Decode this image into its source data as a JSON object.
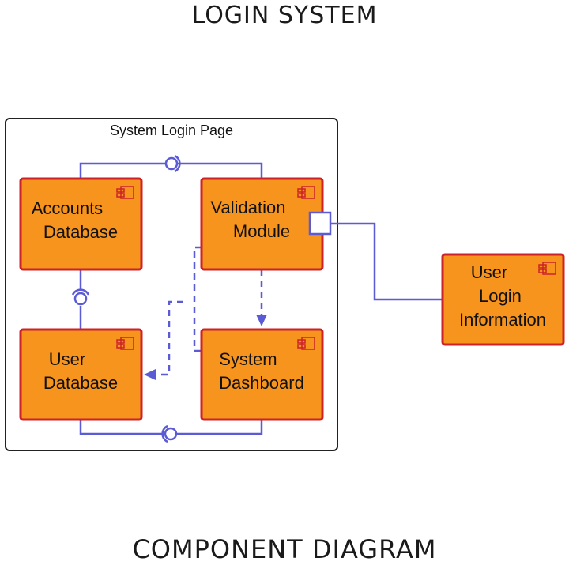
{
  "header": {
    "title": "LOGIN SYSTEM"
  },
  "footer": {
    "title": "COMPONENT DIAGRAM"
  },
  "frame": {
    "label": "System Login Page"
  },
  "components": {
    "accounts_db": {
      "lines": [
        "Accounts",
        "Database"
      ]
    },
    "validation": {
      "lines": [
        "Validation",
        "Module"
      ]
    },
    "user_db": {
      "lines": [
        "User",
        "Database"
      ]
    },
    "dashboard": {
      "lines": [
        "System",
        "Dashboard"
      ]
    },
    "user_login_info": {
      "lines": [
        "User",
        "Login",
        "Information"
      ]
    }
  },
  "colors": {
    "component_fill": "#f7941d",
    "component_border": "#cc2229",
    "connector": "#5b5bd6",
    "frame_border": "#222222"
  }
}
